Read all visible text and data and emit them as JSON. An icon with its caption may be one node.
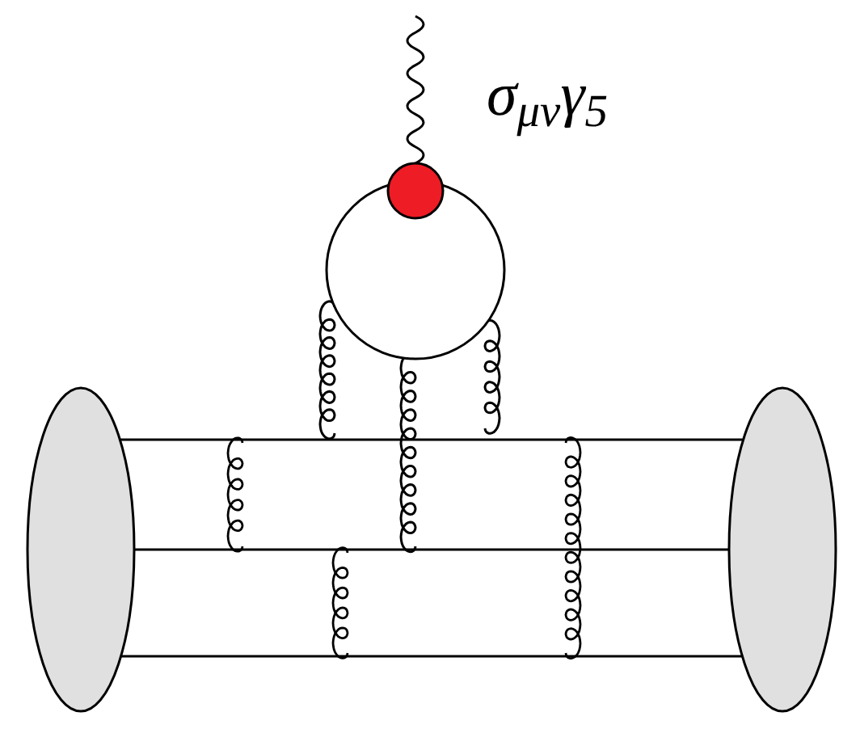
{
  "diagram": {
    "nodes": [
      {
        "text": [],
        "shape": "ellipse"
      },
      {
        "text": [],
        "shape": "ellipse"
      },
      {
        "text": [],
        "shape": "circle"
      },
      {
        "text": [],
        "shape": "circle",
        "beside": [
          "σ$_{μν}$γ$_{5}$"
        ]
      }
    ],
    "edges": [
      {
        "from": 0,
        "to": 1,
        "arrow": "none"
      },
      {
        "from": 0,
        "to": 1,
        "arrow": "none"
      },
      {
        "from": 0,
        "to": 1,
        "arrow": "none"
      },
      {
        "from": null,
        "to": 3,
        "arrow": "none"
      },
      {
        "from": 2,
        "to": null,
        "arrow": "none"
      },
      {
        "from": 2,
        "to": null,
        "arrow": "none"
      },
      {
        "from": 2,
        "to": null,
        "arrow": "none"
      }
    ]
  }
}
